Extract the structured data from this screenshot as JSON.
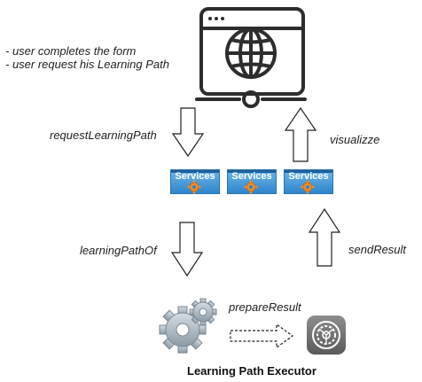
{
  "notes": {
    "line1": "- user completes the form",
    "line2": "- user request his Learning Path"
  },
  "arrows": {
    "request": "requestLearningPath",
    "visualize": "visualizze",
    "learning_path_of": "learningPathOf",
    "send_result": "sendResult",
    "prepare_result": "prepareResult"
  },
  "services": [
    {
      "label": "Services"
    },
    {
      "label": "Services"
    },
    {
      "label": "Services"
    }
  ],
  "executor": {
    "title": "Learning Path Executor"
  },
  "icons": [
    "browser-globe-icon",
    "gears-icon",
    "settings-app-icon",
    "service-gear-icon"
  ]
}
